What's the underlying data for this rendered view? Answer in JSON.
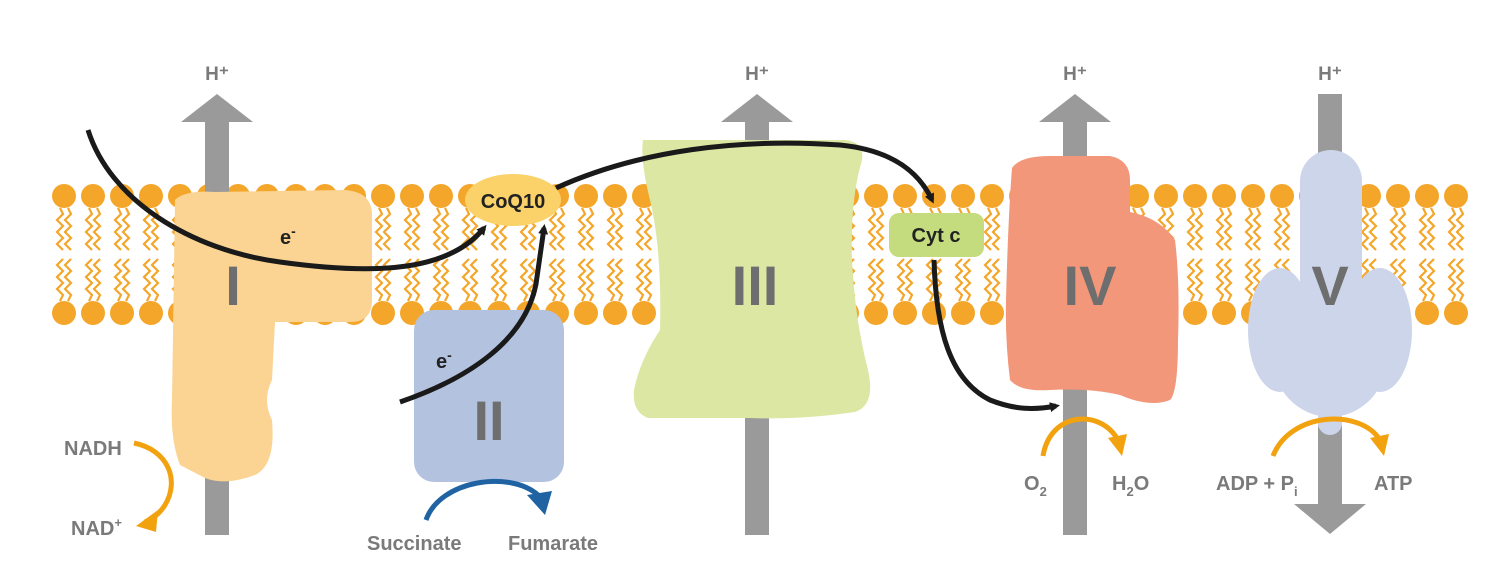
{
  "colors": {
    "lipid": "#f4a62a",
    "proton_arrow": "#9a9a9a",
    "electron_path": "#1a1a1a",
    "complex_I": "#fbd493",
    "complex_II": "#b3c3df",
    "complex_III": "#dde7a4",
    "complex_IV": "#f2977a",
    "complex_V": "#cdd5eb",
    "coq10": "#fbd26a",
    "cytc": "#c5dc7e",
    "orange_reaction": "#f2a20e",
    "blue_reaction": "#1f63a3"
  },
  "proton_labels": {
    "h1": "H⁺",
    "h3": "H⁺",
    "h4": "H⁺",
    "h5": "H⁺"
  },
  "complexes": {
    "c1": "I",
    "c2": "II",
    "c3": "III",
    "c4": "IV",
    "c5": "V"
  },
  "carriers": {
    "coq10": "CoQ10",
    "cytc": "Cyt c"
  },
  "electrons": {
    "e1": "e",
    "e1_sup": "-",
    "e2": "e",
    "e2_sup": "-"
  },
  "reactions": {
    "nadh": "NADH",
    "nad": "NAD",
    "nad_sup": "+",
    "succinate": "Succinate",
    "fumarate": "Fumarate",
    "o2": "O",
    "o2_sub": "2",
    "h2o_h": "H",
    "h2o_sub": "2",
    "h2o_o": "O",
    "adp": "ADP + P",
    "adp_sub": "i",
    "atp": "ATP"
  }
}
